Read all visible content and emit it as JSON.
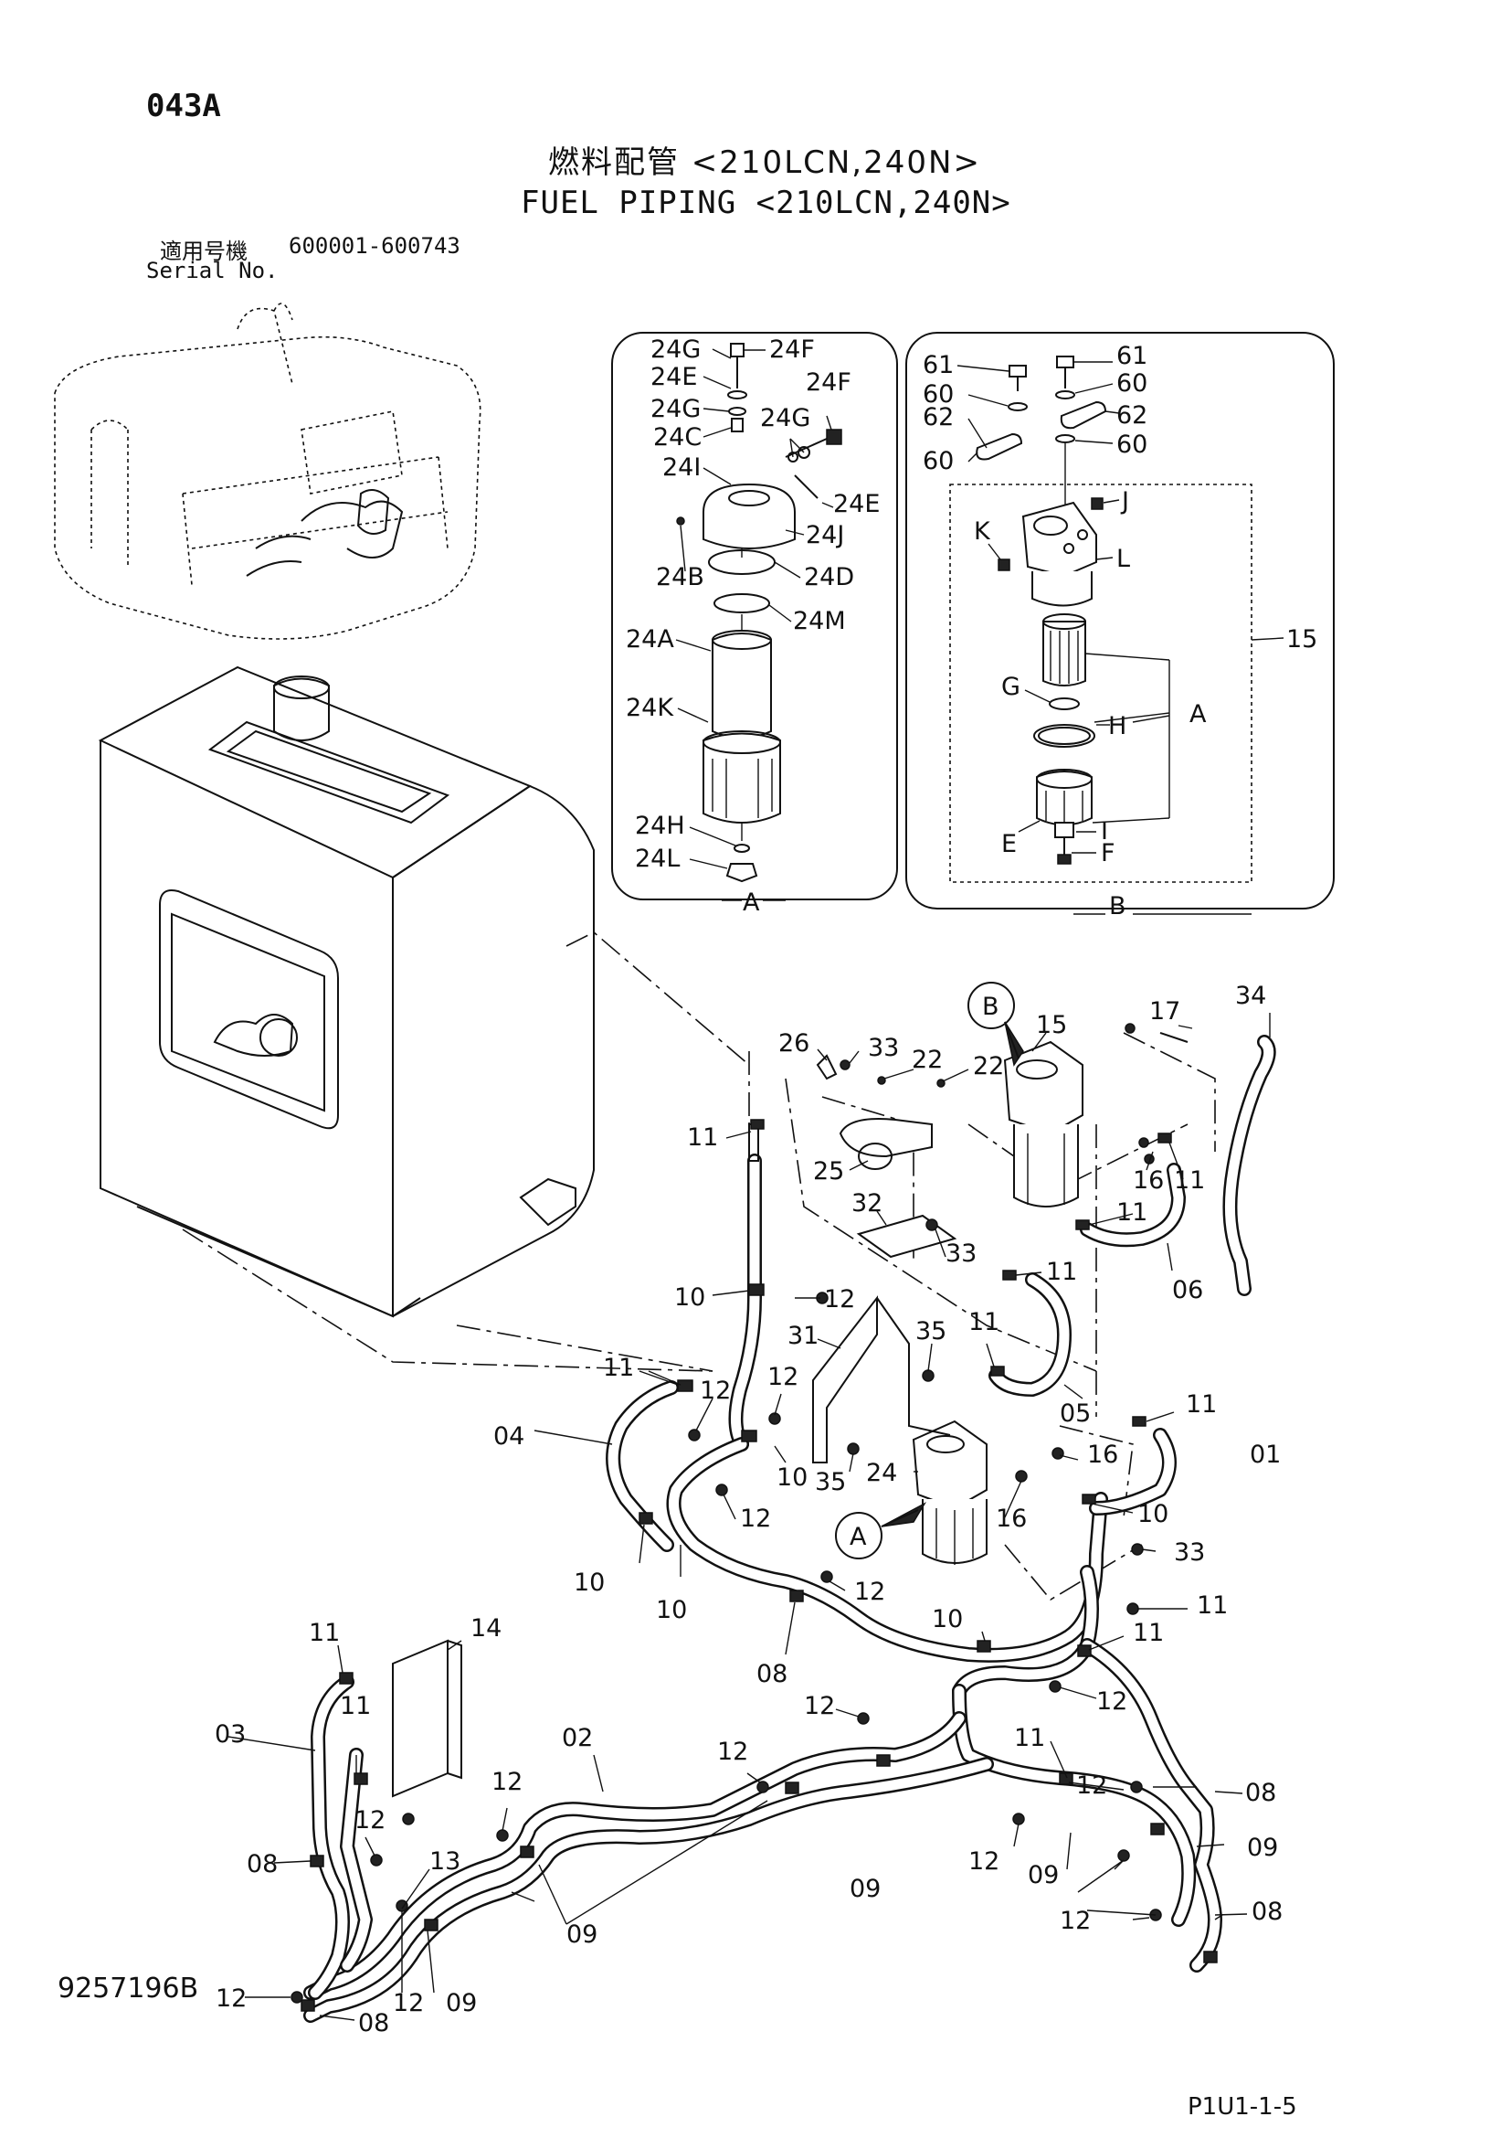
{
  "header": {
    "page_code": "043A",
    "title_jp": "燃料配管 <210LCN,240N>",
    "title_en": "FUEL PIPING <210LCN,240N>",
    "serial_label_jp": "適用号機",
    "serial_range": "600001-600743",
    "serial_label_en": "Serial No."
  },
  "footer": {
    "drawing_number": "9257196B",
    "page_reference": "P1U1-1-5"
  },
  "detail_a": {
    "box_label": "A",
    "callouts": [
      "24G",
      "24F",
      "24E",
      "24F",
      "24G",
      "24G",
      "24C",
      "24I",
      "24E",
      "24J",
      "24B",
      "24D",
      "24M",
      "24A",
      "24K",
      "24H",
      "24L"
    ]
  },
  "detail_b": {
    "box_label": "B",
    "callouts": [
      "61",
      "61",
      "60",
      "60",
      "62",
      "62",
      "60",
      "60",
      "J",
      "K",
      "L",
      "15",
      "G",
      "H",
      "A",
      "E",
      "I",
      "F"
    ]
  },
  "main_callouts": {
    "bubbles": [
      "B",
      "A"
    ],
    "labels": [
      "34",
      "17",
      "15",
      "26",
      "33",
      "22",
      "22",
      "11",
      "25",
      "16",
      "11",
      "32",
      "11",
      "06",
      "33",
      "11",
      "10",
      "12",
      "31",
      "35",
      "11",
      "11",
      "12",
      "12",
      "05",
      "04",
      "11",
      "10",
      "16",
      "01",
      "24",
      "35",
      "12",
      "16",
      "10",
      "33",
      "10",
      "10",
      "11",
      "12",
      "11",
      "14",
      "10",
      "08",
      "11",
      "12",
      "11",
      "03",
      "12",
      "02",
      "12",
      "11",
      "12",
      "12",
      "08",
      "12",
      "13",
      "08",
      "09",
      "09",
      "12",
      "09",
      "08",
      "09",
      "12",
      "12",
      "12",
      "09",
      "08"
    ]
  },
  "palette": {
    "line": "#111111",
    "background": "#ffffff"
  }
}
